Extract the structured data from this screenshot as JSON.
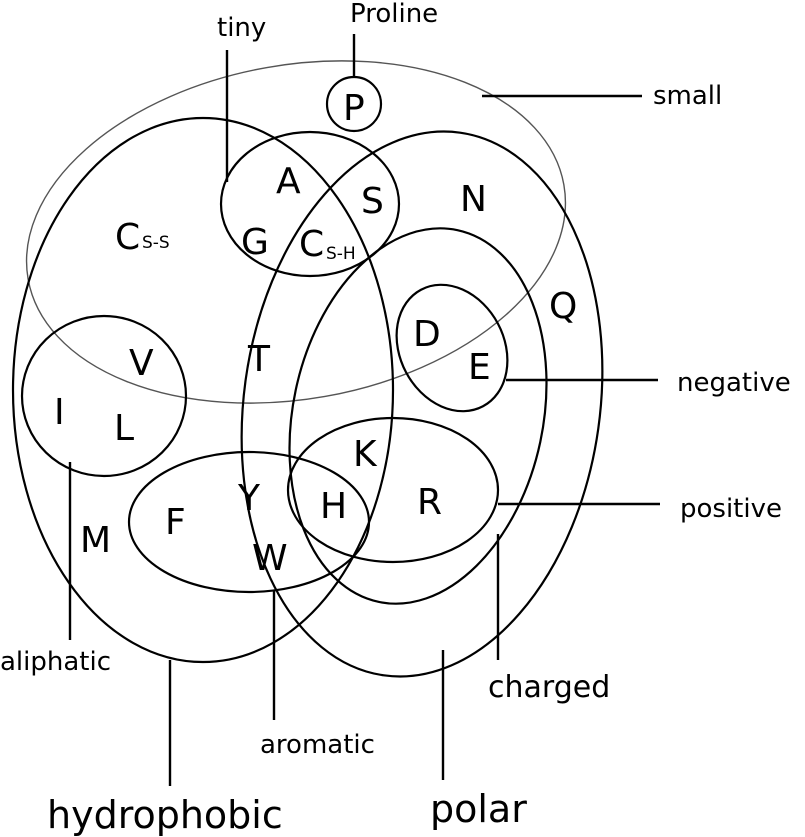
{
  "sets": {
    "small": "small",
    "tiny": "tiny",
    "proline": "Proline",
    "negative": "negative",
    "positive": "positive",
    "charged": "charged",
    "aliphatic": "aliphatic",
    "aromatic": "aromatic",
    "hydrophobic": "hydrophobic",
    "polar": "polar"
  },
  "amino_acids": {
    "P": "P",
    "A": "A",
    "G": "G",
    "S": "S",
    "C_sh": "C",
    "C_sh_sub": "S-H",
    "C_ss": "C",
    "C_ss_sub": "S-S",
    "N": "N",
    "Q": "Q",
    "D": "D",
    "E": "E",
    "T": "T",
    "V": "V",
    "I": "I",
    "L": "L",
    "K": "K",
    "R": "R",
    "H": "H",
    "Y": "Y",
    "F": "F",
    "W": "W",
    "M": "M"
  }
}
